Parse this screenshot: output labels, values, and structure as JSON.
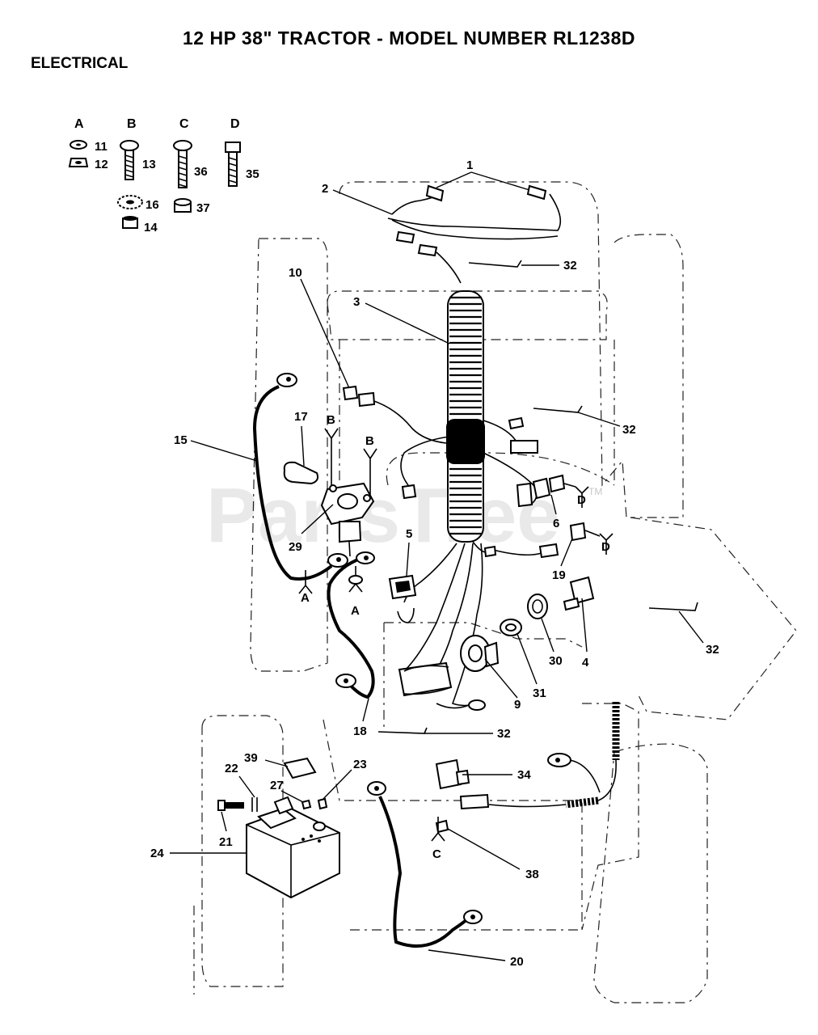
{
  "title": "12 HP 38\" TRACTOR - MODEL NUMBER RL1238D",
  "section": "ELECTRICAL",
  "watermark": "PartsTree",
  "watermark_tm": "TM",
  "hardware_letters": [
    "A",
    "B",
    "C",
    "D"
  ],
  "callouts": {
    "c1": "1",
    "c2": "2",
    "c3": "3",
    "c4": "4",
    "c5": "5",
    "c6": "6",
    "c9": "9",
    "c10": "10",
    "c11": "11",
    "c12": "12",
    "c13": "13",
    "c14": "14",
    "c15": "15",
    "c16": "16",
    "c17": "17",
    "c18": "18",
    "c19": "19",
    "c20": "20",
    "c21": "21",
    "c22": "22",
    "c23": "23",
    "c24": "24",
    "c27": "27",
    "c29": "29",
    "c30": "30",
    "c31": "31",
    "c32a": "32",
    "c32b": "32",
    "c32c": "32",
    "c32d": "32",
    "c34": "34",
    "c35": "35",
    "c36": "36",
    "c37": "37",
    "c38": "38",
    "c39": "39"
  },
  "ref_letters": {
    "b1": "B",
    "b2": "B",
    "a1": "A",
    "a2": "A",
    "d1": "D",
    "d2": "D",
    "c1": "C"
  }
}
